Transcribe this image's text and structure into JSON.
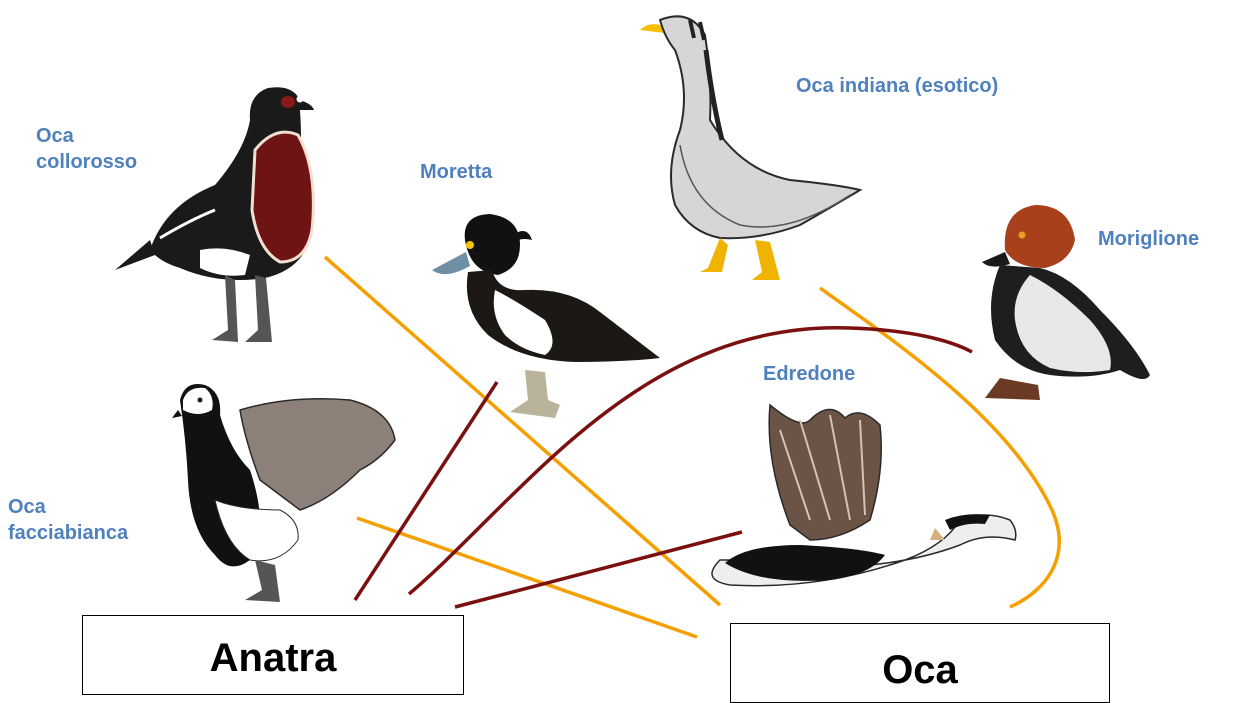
{
  "birds": [
    {
      "id": "oca-collorosso",
      "label_lines": [
        "Oca",
        "collorosso"
      ]
    },
    {
      "id": "moretta",
      "label_lines": [
        "Moretta"
      ]
    },
    {
      "id": "oca-indiana",
      "label_lines": [
        "Oca indiana (esotico)"
      ]
    },
    {
      "id": "moriglione",
      "label_lines": [
        "Moriglione"
      ]
    },
    {
      "id": "edredone",
      "label_lines": [
        "Edredone"
      ]
    },
    {
      "id": "oca-facciabianca",
      "label_lines": [
        "Oca",
        "facciabianca"
      ]
    }
  ],
  "categories": {
    "anatra": "Anatra",
    "oca": "Oca"
  },
  "connector_colors": {
    "anatra": "#7b1010",
    "oca": "#f5a000"
  },
  "connections": {
    "anatra": [
      "moretta",
      "moriglione",
      "edredone"
    ],
    "oca": [
      "oca-collorosso",
      "oca-indiana",
      "oca-facciabianca"
    ]
  }
}
